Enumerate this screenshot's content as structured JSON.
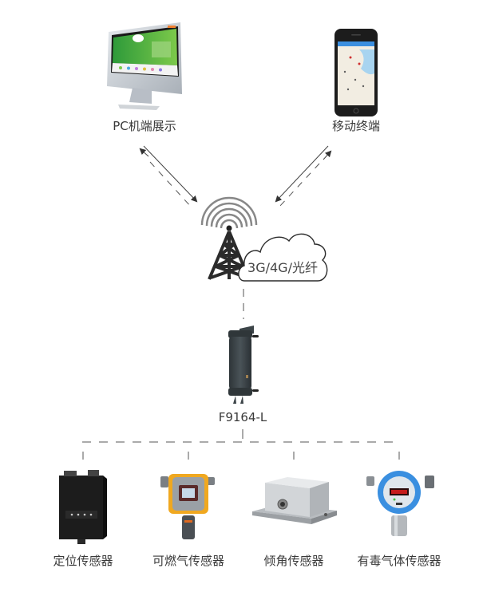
{
  "nodes": {
    "pc": {
      "label": "PC机端展示"
    },
    "mobile": {
      "label": "移动终端"
    },
    "network": {
      "label": "3G/4G/光纤"
    },
    "gateway": {
      "label": "F9164-L"
    }
  },
  "sensors": [
    {
      "label": "定位传感器"
    },
    {
      "label": "可燃气传感器"
    },
    {
      "label": "倾角传感器"
    },
    {
      "label": "有毒气体传感器"
    }
  ],
  "colors": {
    "line": "#555555",
    "pc_screen": "#3aa83a",
    "phone_header": "#3b8fe0",
    "tower": "#2b2b2b",
    "gateway_body": "#3c4448",
    "flammable_housing": "#f0a820",
    "toxic_housing": "#3a8fe0",
    "display_red": "#e02020"
  }
}
